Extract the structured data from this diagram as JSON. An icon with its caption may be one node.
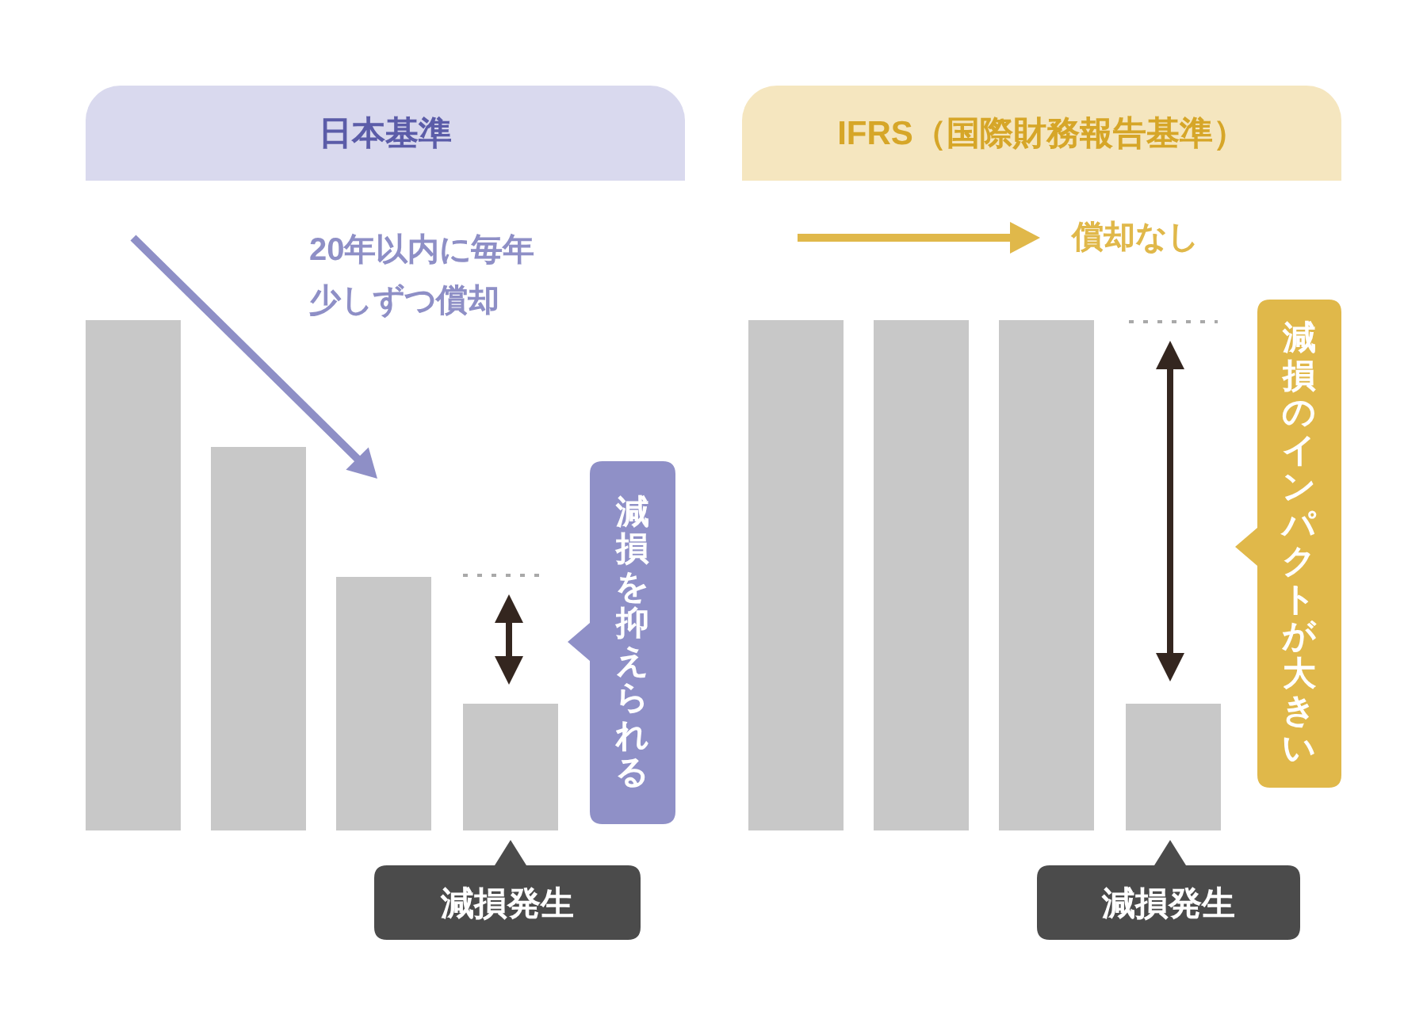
{
  "diagram": {
    "nodes": [
      {
        "text": [
          "日本基準"
        ]
      },
      {
        "text": [
          "IFRS（国際財務報告基準）"
        ]
      },
      {
        "text": [
          "減損を抑えられる"
        ]
      },
      {
        "text": [
          "減損のインパクトが大きい"
        ]
      },
      {
        "text": [
          "減損発生"
        ]
      },
      {
        "text": [
          "減損発生"
        ]
      },
      {
        "text": [],
        "shape": "bar"
      },
      {
        "text": [],
        "shape": "bar"
      },
      {
        "text": [],
        "shape": "bar"
      },
      {
        "text": [],
        "shape": "bar"
      },
      {
        "text": [],
        "shape": "bar"
      },
      {
        "text": [],
        "shape": "bar"
      },
      {
        "text": [],
        "shape": "bar"
      },
      {
        "text": [],
        "shape": "bar"
      }
    ],
    "labels": [
      "20年以内に毎年少しずつ償却",
      "償却なし"
    ]
  }
}
